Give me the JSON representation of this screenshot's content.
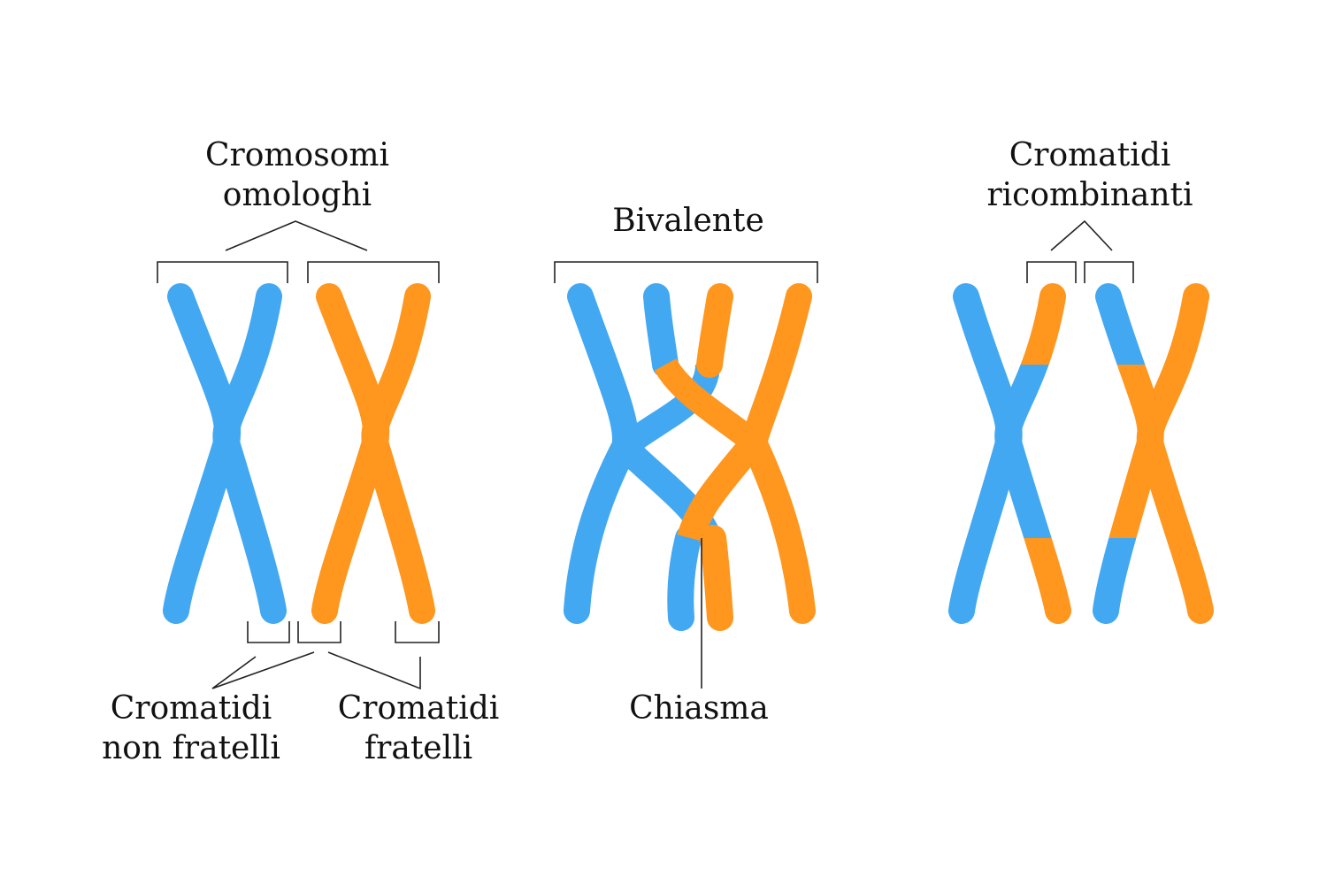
{
  "colors": {
    "blue": "#42A8F2",
    "orange": "#FF961E",
    "line": "#222222",
    "background": "#FFFFFF"
  },
  "panels": {
    "homologs": {
      "title_line1": "Cromosomi",
      "title_line2": "omologhi",
      "non_sister_line1": "Cromatidi",
      "non_sister_line2": "non fratelli",
      "sister_line1": "Cromatidi",
      "sister_line2": "fratelli"
    },
    "bivalent": {
      "title": "Bivalente",
      "chiasma": "Chiasma"
    },
    "recombinant": {
      "title_line1": "Cromatidi",
      "title_line2": "ricombinanti"
    }
  }
}
